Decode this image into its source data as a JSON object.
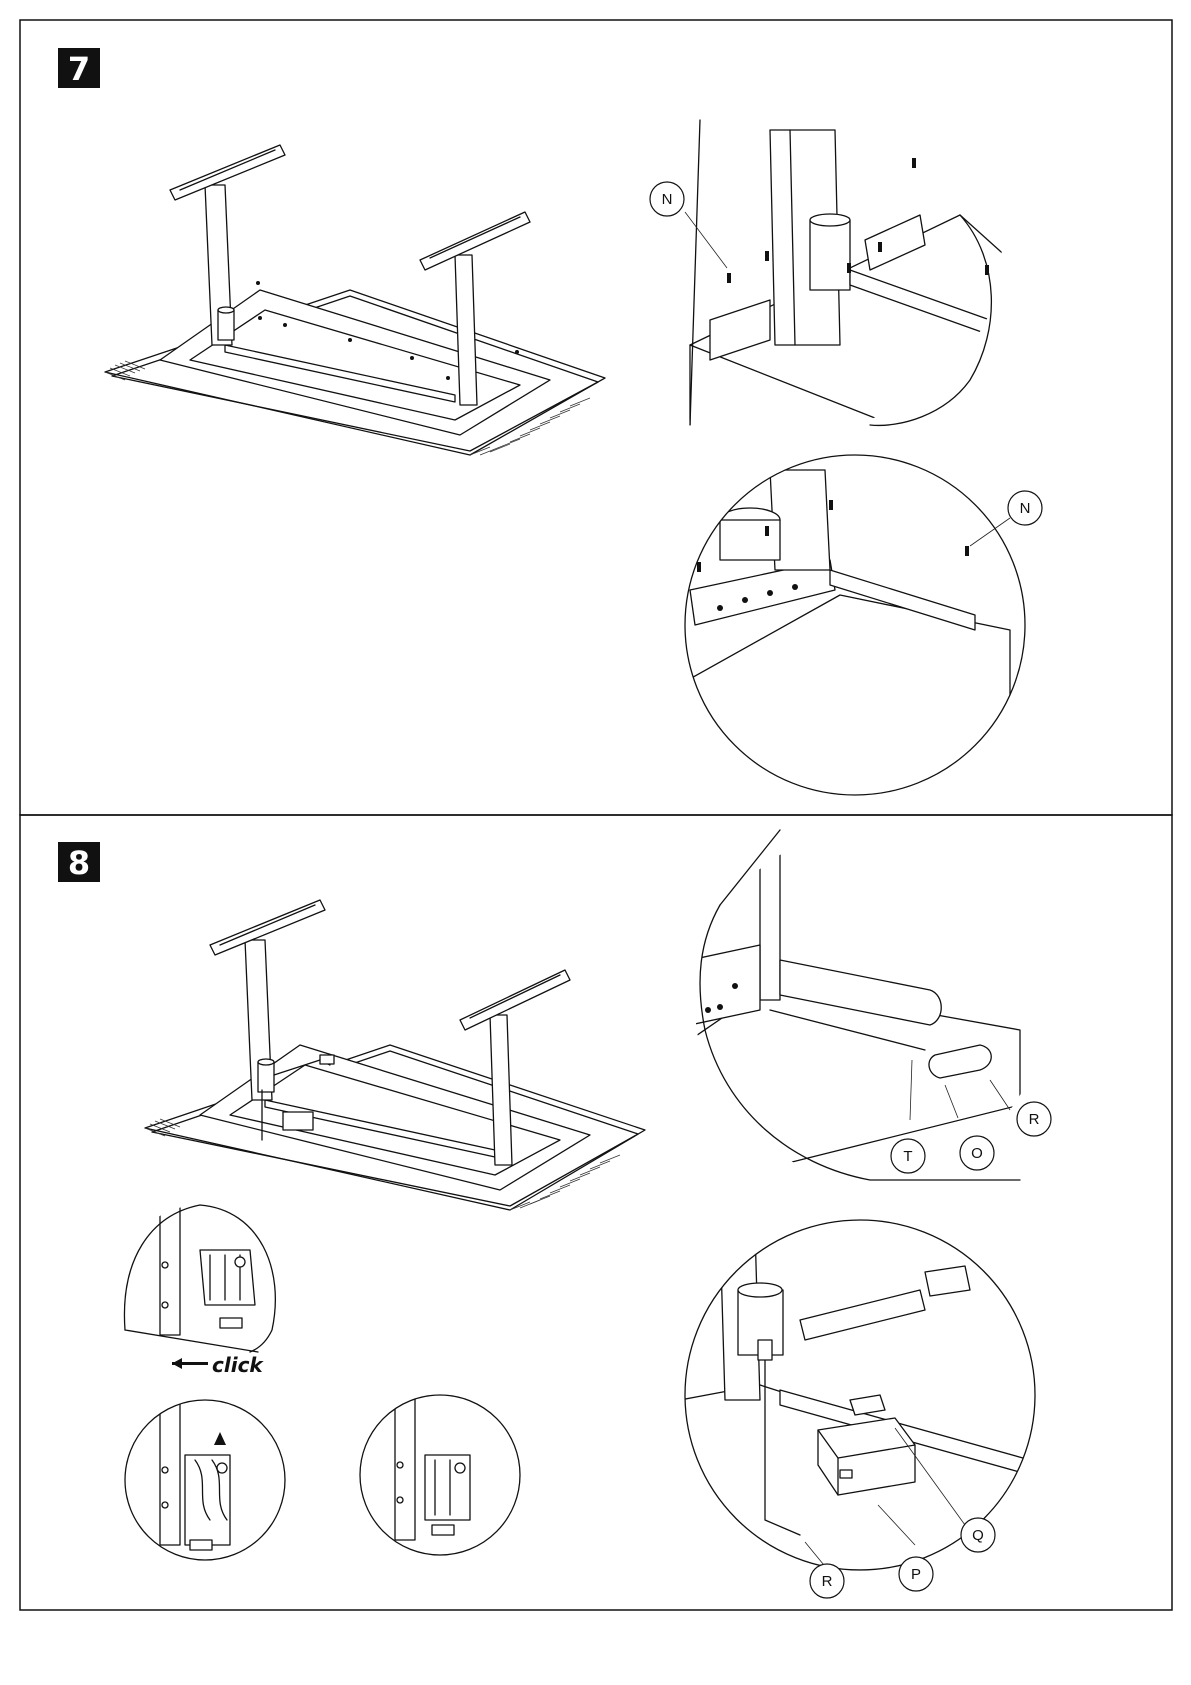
{
  "steps": [
    {
      "number": "7",
      "callouts": [
        {
          "id": "n-top",
          "letter": "N"
        },
        {
          "id": "n-bottom",
          "letter": "N"
        }
      ]
    },
    {
      "number": "8",
      "callouts": [
        {
          "id": "r-top",
          "letter": "R"
        },
        {
          "id": "t",
          "letter": "T"
        },
        {
          "id": "o",
          "letter": "O"
        },
        {
          "id": "q",
          "letter": "Q"
        },
        {
          "id": "p",
          "letter": "P"
        },
        {
          "id": "r-bottom",
          "letter": "R"
        }
      ],
      "click_label": "click"
    }
  ]
}
